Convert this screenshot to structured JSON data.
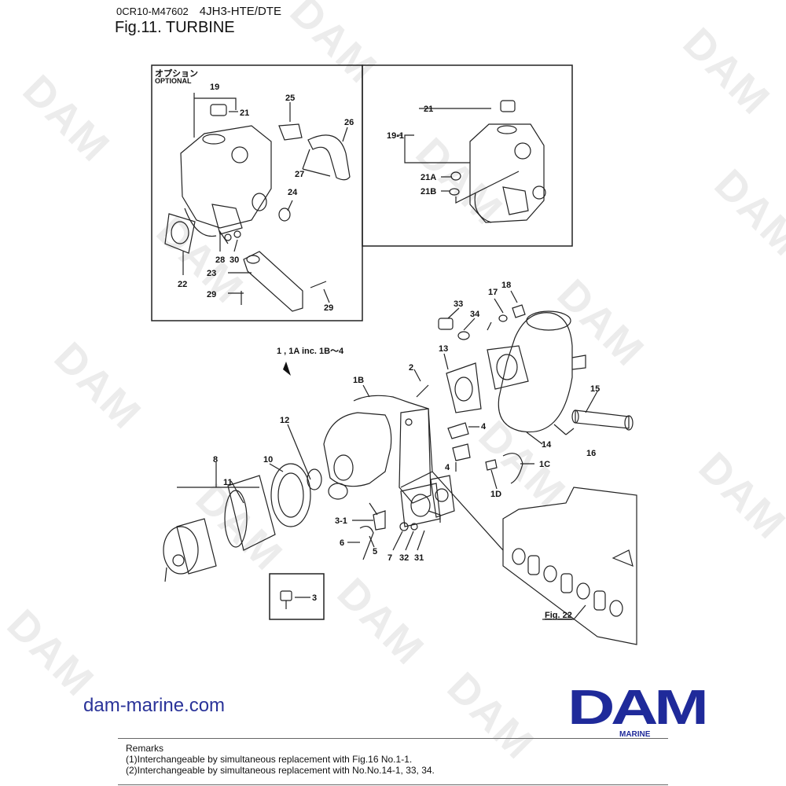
{
  "header": {
    "doc_code": "0CR10-M47602",
    "model": "4JH3-HTE/DTE",
    "figure_title": "Fig.11.  TURBINE"
  },
  "diagram": {
    "optional_box": {
      "label_jp": "オプション",
      "label_en": "OPTIONAL",
      "callouts": [
        "19",
        "21",
        "25",
        "26",
        "27",
        "24",
        "22",
        "28",
        "30",
        "23",
        "29",
        "29"
      ]
    },
    "alt_box": {
      "callouts": [
        "21",
        "19-1",
        "21A",
        "21B"
      ]
    },
    "main": {
      "assembly_note": "1 , 1A inc. 1B～4",
      "callouts": [
        "33",
        "34",
        "17",
        "18",
        "13",
        "2",
        "1B",
        "15",
        "16",
        "14",
        "4",
        "4",
        "12",
        "10",
        "8",
        "11",
        "1C",
        "1D",
        "3-1",
        "6",
        "5",
        "7",
        "32",
        "31"
      ],
      "figure_ref": "Fig. 22"
    },
    "inset_box": {
      "callouts": [
        "3"
      ]
    }
  },
  "footer": {
    "website": "dam-marine.com",
    "logo": "DAM",
    "logo_sub": "MARINE",
    "watermark": "DAM",
    "remarks_title": "Remarks",
    "remarks": [
      "(1)Interchangeable by simultaneous replacement with Fig.16 No.1-1.",
      "(2)Interchangeable by simultaneous replacement with No.No.14-1, 33, 34."
    ]
  }
}
